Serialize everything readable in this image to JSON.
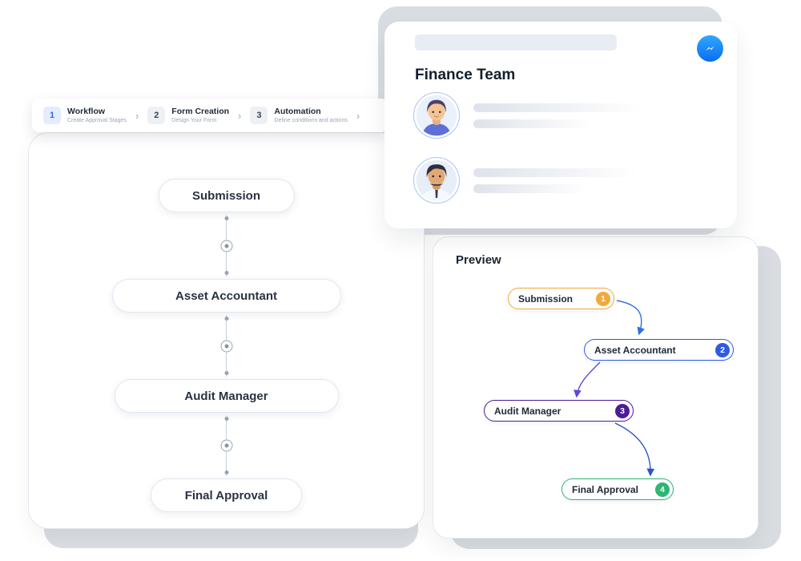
{
  "colors": {
    "accent_blue": "#2F6BE0",
    "brand_messenger_blue": "#0B6CF0",
    "ghost_gray": "#D9DCE1"
  },
  "icons": {
    "chevron": "›"
  },
  "stepper": {
    "steps": [
      {
        "number": "1",
        "title": "Workflow",
        "subtitle": "Create Approval Stages"
      },
      {
        "number": "2",
        "title": "Form Creation",
        "subtitle": "Design Your Form"
      },
      {
        "number": "3",
        "title": "Automation",
        "subtitle": "Define conditions and actions"
      }
    ]
  },
  "builder": {
    "stages": [
      {
        "label": "Submission"
      },
      {
        "label": "Asset Accountant"
      },
      {
        "label": "Audit Manager"
      },
      {
        "label": "Final Approval"
      }
    ]
  },
  "team_card": {
    "title": "Finance Team",
    "members": [
      {
        "avatar": "male-avatar-1"
      },
      {
        "avatar": "male-avatar-2"
      }
    ]
  },
  "preview": {
    "title": "Preview",
    "nodes": [
      {
        "label": "Submission",
        "number": "1",
        "color": "#F2A93C"
      },
      {
        "label": "Asset Accountant",
        "number": "2",
        "color": "#2D5BE3"
      },
      {
        "label": "Audit Manager",
        "number": "3",
        "color": "#4C1D95"
      },
      {
        "label": "Final Approval",
        "number": "4",
        "color": "#2FB574"
      }
    ]
  }
}
